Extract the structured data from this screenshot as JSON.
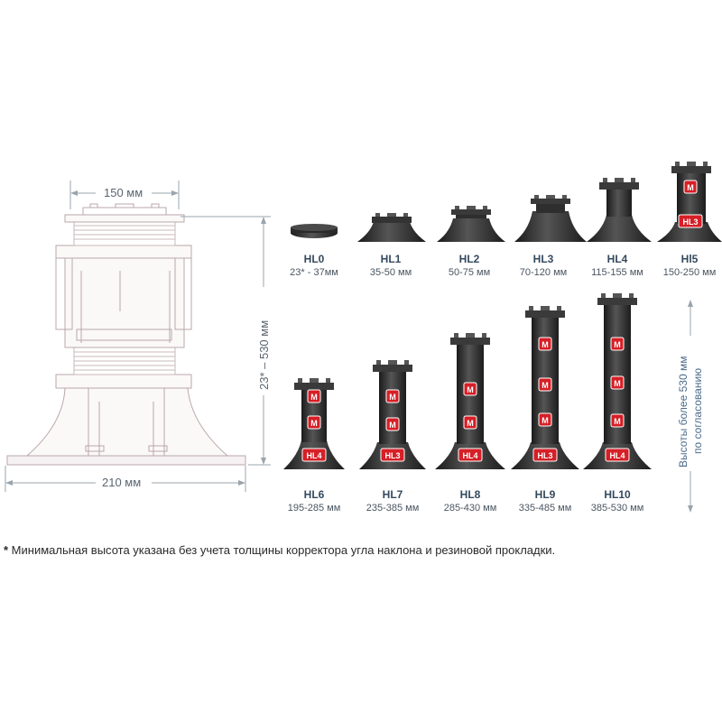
{
  "dimensions": {
    "top_width": "150 мм",
    "base_width": "210 мм",
    "height_range": "23* – 530 мм"
  },
  "side_note": {
    "line1": "Высоты более 530 мм",
    "line2": "по согласованию"
  },
  "badges": {
    "module": "M",
    "hl3": "HL3",
    "hl4": "HL4"
  },
  "models_row1": [
    {
      "name": "HL0",
      "range": "23* - 37мм",
      "modules": 0
    },
    {
      "name": "HL1",
      "range": "35-50 мм",
      "modules": 0
    },
    {
      "name": "HL2",
      "range": "50-75 мм",
      "modules": 0
    },
    {
      "name": "HL3",
      "range": "70-120 мм",
      "modules": 0
    },
    {
      "name": "HL4",
      "range": "115-155 мм",
      "modules": 0
    },
    {
      "name": "Hl5",
      "range": "150-250 мм",
      "modules": 1
    }
  ],
  "models_row2": [
    {
      "name": "HL6",
      "range": "195-285 мм",
      "modules": 2
    },
    {
      "name": "HL7",
      "range": "235-385 мм",
      "modules": 2
    },
    {
      "name": "HL8",
      "range": "285-430 мм",
      "modules": 2
    },
    {
      "name": "HL9",
      "range": "335-485 мм",
      "modules": 3
    },
    {
      "name": "HL10",
      "range": "385-530 мм",
      "modules": 3
    }
  ],
  "footnote": {
    "star": "*",
    "text": " Минимальная высота указана без учета толщины корректора угла наклона и резиновой прокладки."
  }
}
